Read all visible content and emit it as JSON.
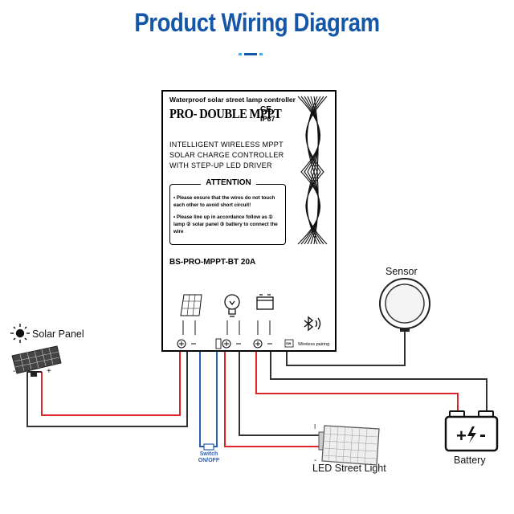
{
  "header": {
    "title": "Product Wiring Diagram",
    "accent_colors": [
      "#1456a8",
      "#3fa9f5"
    ]
  },
  "controller": {
    "subtitle": "Waterproof solar street lamp controller",
    "model": "PRO- DOUBLE MPPT",
    "ce": "CE",
    "ip": "IP67",
    "description": [
      "INTELLIGENT WIRELESS MPPT",
      "SOLAR CHARGE CONTROLLER",
      "WITH STEP-UP LED DRIVER"
    ],
    "attention": {
      "title": "ATTENTION",
      "note1": "• Please ensure that the wires do not touch each other to avoid short circuit!",
      "note2": "• Please line up in accordance follow as ① lamp ② solar panel ③ battery to connect the wire"
    },
    "part_number": "BS-PRO-MPPT-BT 20A",
    "wireless_label": "Wireless pairing",
    "switch_port_label": "SW"
  },
  "labels": {
    "solar_panel": "Solar Panel",
    "sensor": "Sensor",
    "battery": "Battery",
    "led_light": "LED Street Light",
    "switch": [
      "Switch",
      "ON/OFF"
    ]
  },
  "colors": {
    "positive_wire": "#e0242c",
    "negative_wire": "#333333",
    "switch_wire": "#2b5fb0"
  }
}
